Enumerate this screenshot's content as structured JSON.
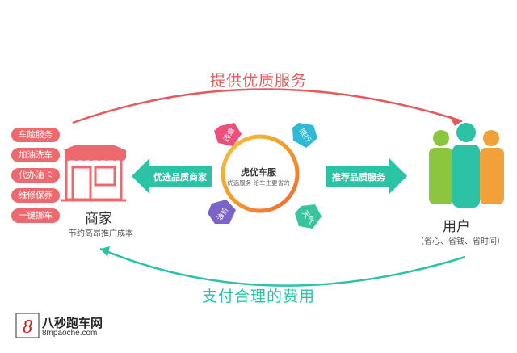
{
  "top_flow": {
    "label": "提供优质服务",
    "color": "#e35a5f"
  },
  "bottom_flow": {
    "label": "支付合理的费用",
    "color": "#2cc2a5"
  },
  "merchant": {
    "name": "商家",
    "subtitle": "节约高昂推广成本",
    "services": [
      "车险服务",
      "加油洗车",
      "代办油卡",
      "维修保养",
      "一键挪车"
    ]
  },
  "user": {
    "name": "用户",
    "subtitle": "（省心、省钱、省时间）"
  },
  "left_arrow": {
    "label": "优选品质商家",
    "color": "#2cc2a5"
  },
  "right_arrow": {
    "label": "推荐品质服务",
    "color": "#2cc2a5"
  },
  "center": {
    "title": "虎优车服",
    "subtitle": "优选服务 给车主更省的"
  },
  "features": [
    {
      "label": "违章",
      "color": "#ec4f7a"
    },
    {
      "label": "限行",
      "color": "#2fb9d6"
    },
    {
      "label": "油价",
      "color": "#7b63c8"
    },
    {
      "label": "天气",
      "color": "#37c49e"
    }
  ],
  "watermark": {
    "name": "八秒跑车网",
    "url": "8mpaoche.com",
    "mark": "8"
  }
}
